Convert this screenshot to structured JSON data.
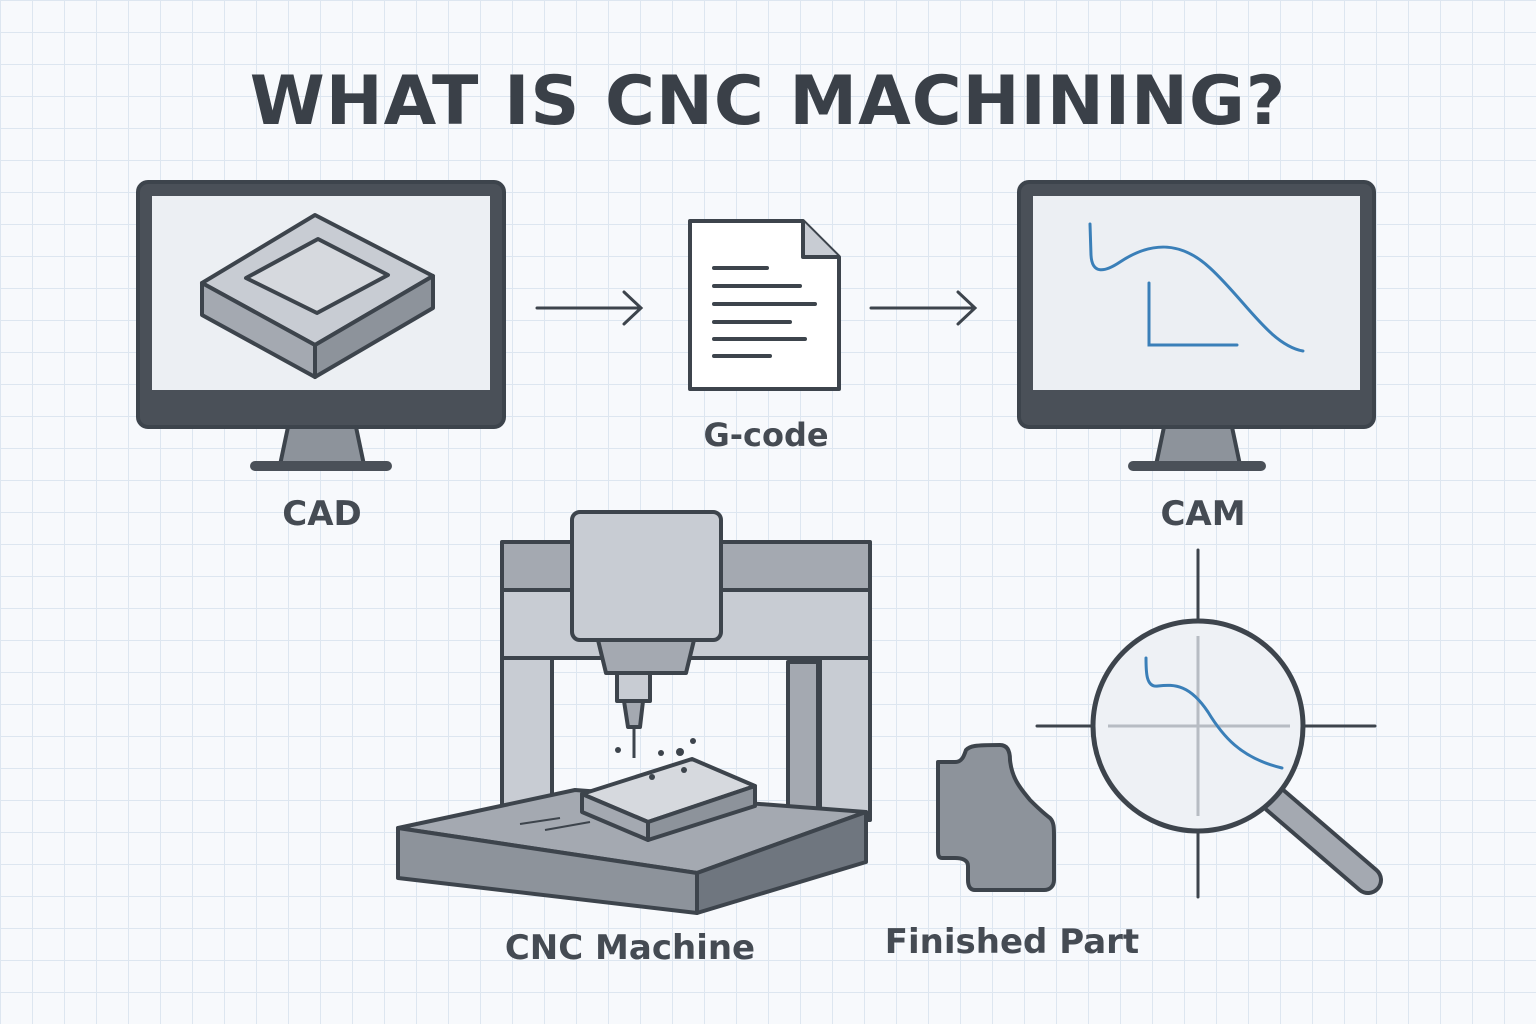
{
  "title": "WHAT IS CNC MACHINING?",
  "labels": {
    "cad": "CAD",
    "gcode": "G-code",
    "cam": "CAM",
    "cnc_machine": "CNC Machine",
    "finished_part": "Finished Part"
  },
  "colors": {
    "outline": "#3d444c",
    "screen": "#eceff3",
    "metal_light": "#c8ccd3",
    "metal_mid": "#a4a9b1",
    "metal_dark": "#8d939b",
    "curve": "#3a7fb8",
    "background": "#f7f9fc"
  },
  "icons": [
    "monitor-icon",
    "document-icon",
    "arrow-right-icon",
    "magnifier-icon"
  ]
}
